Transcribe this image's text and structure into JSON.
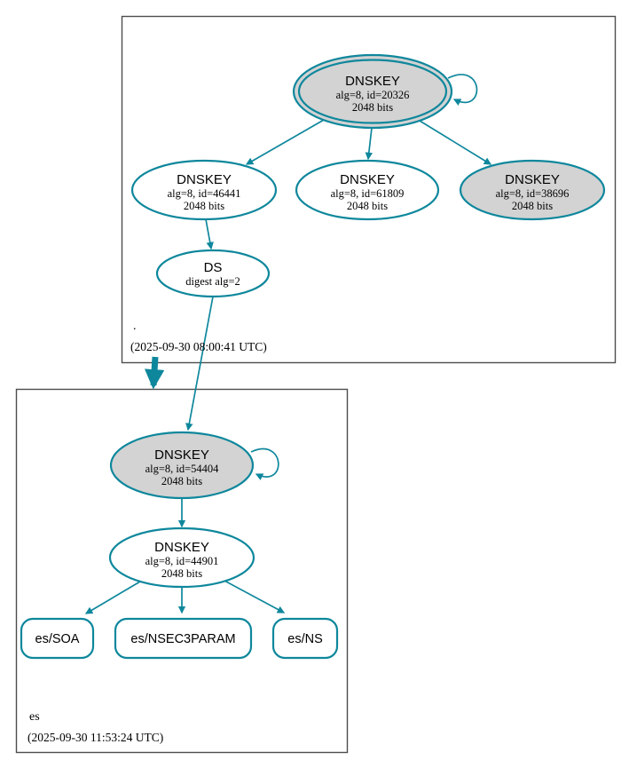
{
  "diagram_type": "DNSSEC authentication chain graph",
  "colors": {
    "edge_teal": "#0e879c",
    "node_fill_gray": "#d3d3d3",
    "node_fill_white": "#ffffff",
    "zone_box_border": "#4d4d4d",
    "text": "#000000"
  },
  "zones": {
    "root": {
      "label": ".",
      "timestamp": "(2025-09-30 08:00:41 UTC)",
      "nodes": {
        "ksk": {
          "title": "DNSKEY",
          "detail1": "alg=8, id=20326",
          "detail2": "2048 bits"
        },
        "key46441": {
          "title": "DNSKEY",
          "detail1": "alg=8, id=46441",
          "detail2": "2048 bits"
        },
        "key61809": {
          "title": "DNSKEY",
          "detail1": "alg=8, id=61809",
          "detail2": "2048 bits"
        },
        "key38696": {
          "title": "DNSKEY",
          "detail1": "alg=8, id=38696",
          "detail2": "2048 bits"
        },
        "ds": {
          "title": "DS",
          "detail1": "digest alg=2"
        }
      }
    },
    "es": {
      "label": "es",
      "timestamp": "(2025-09-30 11:53:24 UTC)",
      "nodes": {
        "ksk": {
          "title": "DNSKEY",
          "detail1": "alg=8, id=54404",
          "detail2": "2048 bits"
        },
        "zsk": {
          "title": "DNSKEY",
          "detail1": "alg=8, id=44901",
          "detail2": "2048 bits"
        },
        "rrsets": [
          {
            "label": "es/SOA"
          },
          {
            "label": "es/NSEC3PARAM"
          },
          {
            "label": "es/NS"
          }
        ]
      }
    }
  }
}
